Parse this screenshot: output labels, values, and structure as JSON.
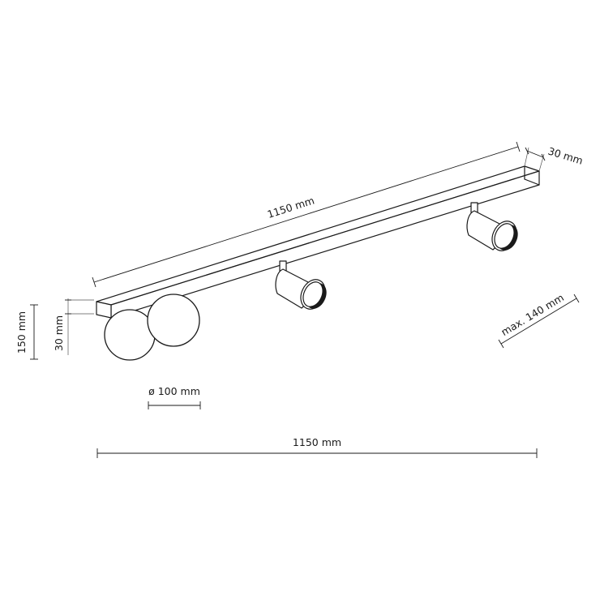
{
  "dimensions": {
    "rail_length_top": "1150 mm",
    "rail_depth": "30 mm",
    "total_height": "150 mm",
    "rail_height": "30 mm",
    "globe_diameter": "ø 100 mm",
    "spot_reach": "max. 140 mm",
    "rail_length_bottom": "1150 mm"
  },
  "colors": {
    "ink": "#1a1a1a",
    "background": "#ffffff"
  }
}
